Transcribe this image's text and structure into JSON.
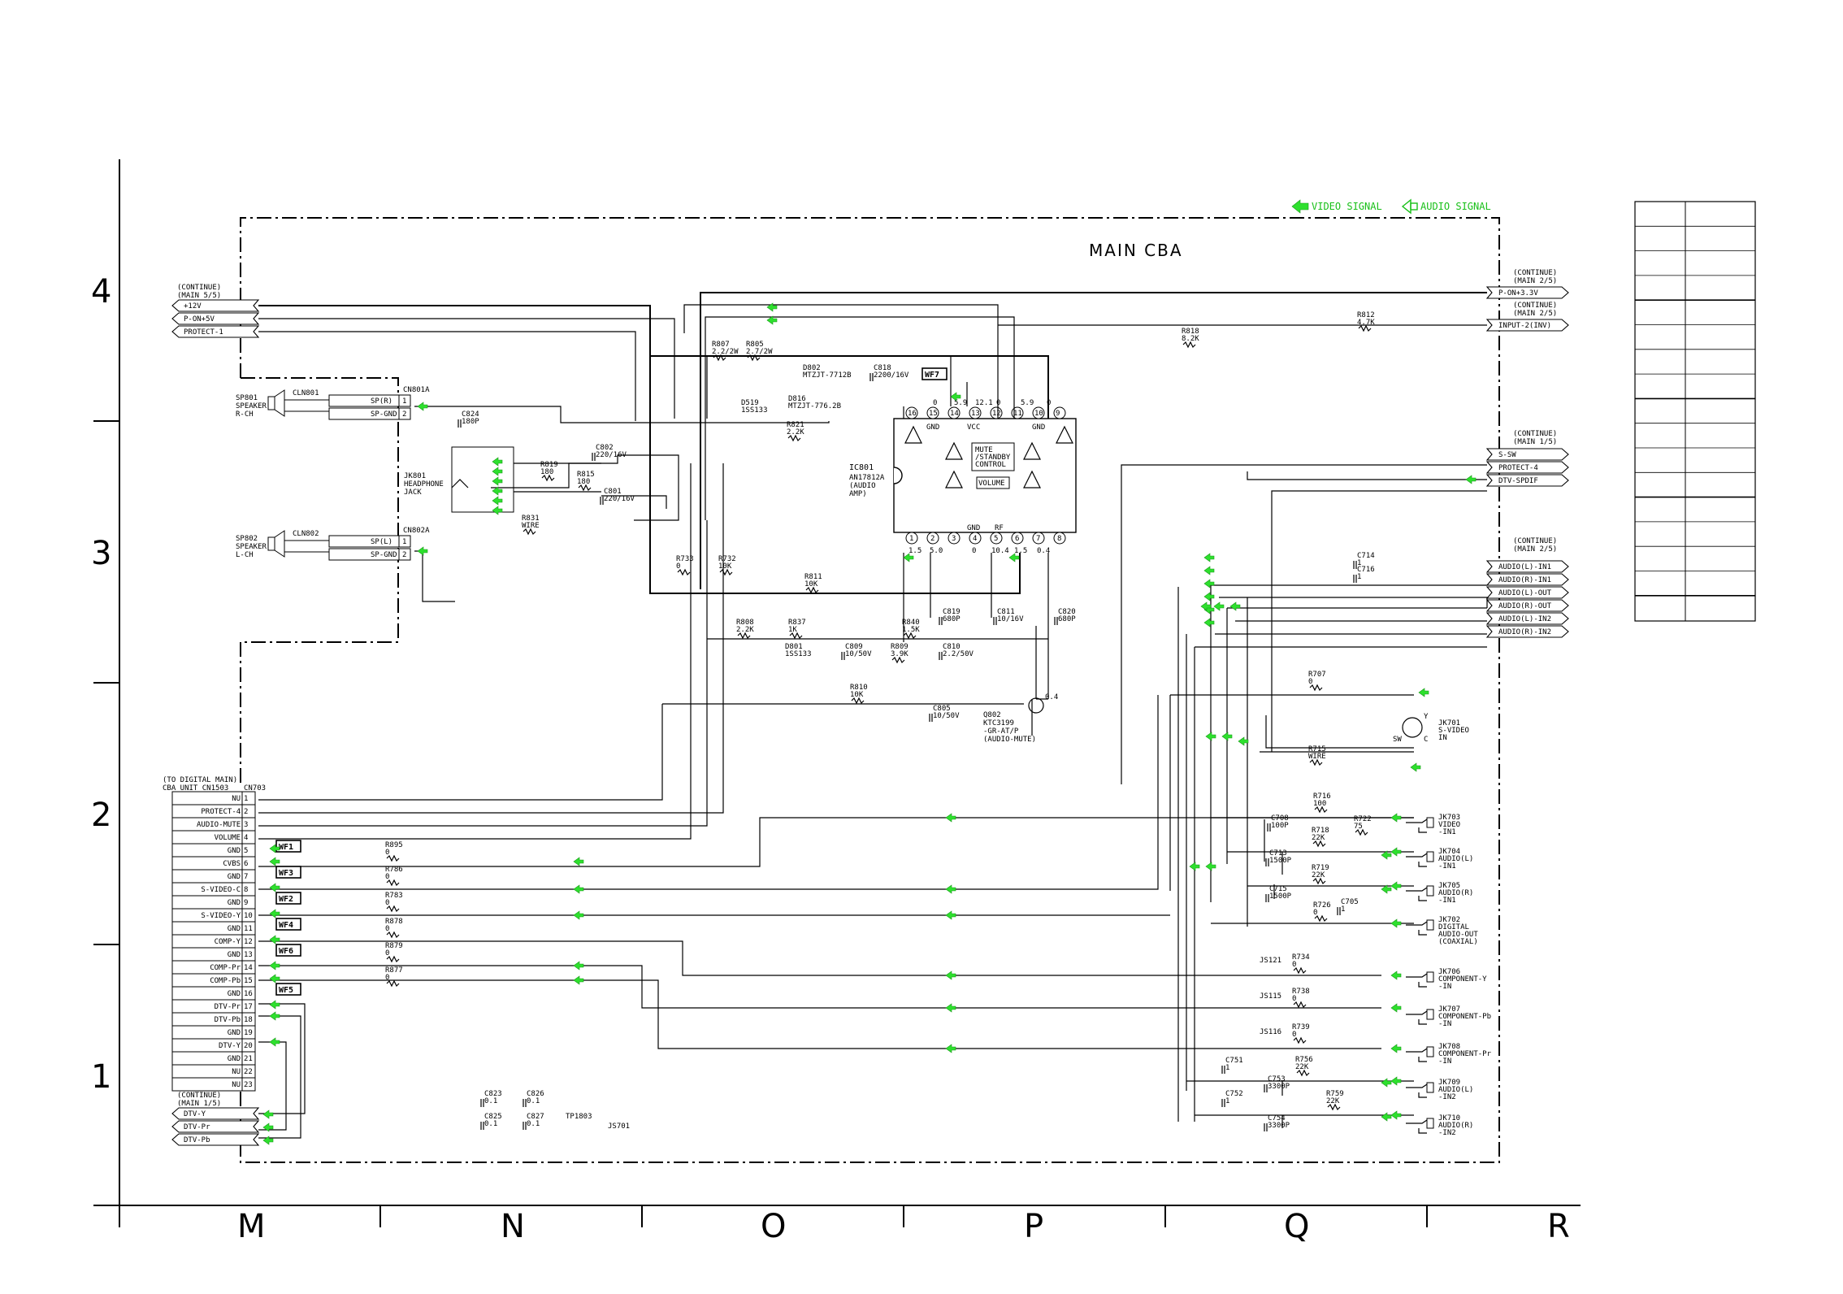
{
  "board_title": "MAIN CBA",
  "legend": {
    "video": "VIDEO SIGNAL",
    "audio": "AUDIO SIGNAL"
  },
  "grid": {
    "rows": [
      "4",
      "3",
      "2",
      "1"
    ],
    "columns": [
      "M",
      "N",
      "O",
      "P",
      "Q",
      "R"
    ]
  },
  "continue_main_5_5": {
    "note": "(CONTINUE)\n(MAIN 5/5)",
    "signals": [
      "+12V",
      "P-ON+5V",
      "PROTECT-1"
    ]
  },
  "continue_main_2_5_top": {
    "note": "(CONTINUE)\n(MAIN 2/5)",
    "signal": "P-ON+3.3V"
  },
  "continue_main_2_5_input": {
    "note": "(CONTINUE)\n(MAIN 2/5)",
    "signal": "INPUT-2(INV)"
  },
  "continue_main_1_5": {
    "note": "(CONTINUE)\n(MAIN 1/5)",
    "signals": [
      "S-SW",
      "PROTECT-4",
      "DTV-SPDIF"
    ]
  },
  "continue_main_2_5_audio": {
    "note": "(CONTINUE)\n(MAIN 2/5)",
    "signals": [
      "AUDIO(L)-IN1",
      "AUDIO(R)-IN1",
      "AUDIO(L)-OUT",
      "AUDIO(R)-OUT",
      "AUDIO(L)-IN2",
      "AUDIO(R)-IN2"
    ]
  },
  "continue_main_1_5_dtv": {
    "note": "(CONTINUE)\n(MAIN 1/5)",
    "signals": [
      "DTV-Y",
      "DTV-Pr",
      "DTV-Pb"
    ]
  },
  "speakers": [
    {
      "ref": "SP801",
      "desc": "SPEAKER\nR-CH",
      "connector": "CLN801",
      "pins": [
        {
          "name": "SP(R)",
          "num": "1"
        },
        {
          "name": "SP-GND",
          "num": "2"
        }
      ],
      "cn": "CN801A"
    },
    {
      "ref": "SP802",
      "desc": "SPEAKER\nL-CH",
      "connector": "CLN802",
      "pins": [
        {
          "name": "SP(L)",
          "num": "1"
        },
        {
          "name": "SP-GND",
          "num": "2"
        }
      ],
      "cn": "CN802A"
    }
  ],
  "headphone": {
    "ref": "JK801",
    "desc": "HEADPHONE\nJACK"
  },
  "cn703": {
    "note": "(TO DIGITAL MAIN)\nCBA UNIT CN1503",
    "ref": "CN703",
    "pins": [
      {
        "name": "NU",
        "num": "1"
      },
      {
        "name": "PROTECT-4",
        "num": "2"
      },
      {
        "name": "AUDIO-MUTE",
        "num": "3"
      },
      {
        "name": "VOLUME",
        "num": "4"
      },
      {
        "name": "GND",
        "num": "5"
      },
      {
        "name": "CVBS",
        "num": "6"
      },
      {
        "name": "GND",
        "num": "7"
      },
      {
        "name": "S-VIDEO-C",
        "num": "8"
      },
      {
        "name": "GND",
        "num": "9"
      },
      {
        "name": "S-VIDEO-Y",
        "num": "10"
      },
      {
        "name": "GND",
        "num": "11"
      },
      {
        "name": "COMP-Y",
        "num": "12"
      },
      {
        "name": "GND",
        "num": "13"
      },
      {
        "name": "COMP-Pr",
        "num": "14"
      },
      {
        "name": "COMP-Pb",
        "num": "15"
      },
      {
        "name": "GND",
        "num": "16"
      },
      {
        "name": "DTV-Pr",
        "num": "17"
      },
      {
        "name": "DTV-Pb",
        "num": "18"
      },
      {
        "name": "GND",
        "num": "19"
      },
      {
        "name": "DTV-Y",
        "num": "20"
      },
      {
        "name": "GND",
        "num": "21"
      },
      {
        "name": "NU",
        "num": "22"
      },
      {
        "name": "NU",
        "num": "23"
      }
    ]
  },
  "waveforms": [
    "WF1",
    "WF3",
    "WF2",
    "WF4",
    "WF6",
    "WF5",
    "WF7"
  ],
  "ic801": {
    "ref": "IC801",
    "part": "AN17812A",
    "desc": "(AUDIO\nAMP)",
    "top_pins": [
      "16",
      "15",
      "14",
      "13",
      "12",
      "11",
      "10",
      "9"
    ],
    "bottom_pins": [
      "1",
      "2",
      "3",
      "4",
      "5",
      "6",
      "7",
      "8"
    ],
    "top_voltages": [
      "0",
      "5.9",
      "12.1",
      "0",
      "5.9",
      "0"
    ],
    "bottom_voltages": [
      "1.5",
      "5.0",
      "0",
      "10.4",
      "1.5",
      "0.4"
    ],
    "labels": [
      "GND",
      "VCC",
      "GND",
      "MUTE\n/STANDBY\nCONTROL",
      "VOLUME",
      "GND",
      "RF"
    ]
  },
  "q802": {
    "ref": "Q802",
    "part": "KTC3199\n-GR-AT/P",
    "desc": "(AUDIO-MUTE)",
    "voltage": "0.4"
  },
  "components": [
    {
      "ref": "R807",
      "val": "2.2/2W"
    },
    {
      "ref": "R805",
      "val": "2.7/2W"
    },
    {
      "ref": "D802",
      "val": "MTZJT-7712B"
    },
    {
      "ref": "C818",
      "val": "2200/16V"
    },
    {
      "ref": "D816",
      "val": "MTZJT-776.2B"
    },
    {
      "ref": "D519",
      "val": "1SS133"
    },
    {
      "ref": "R821",
      "val": "2.2K"
    },
    {
      "ref": "C824",
      "val": "180P"
    },
    {
      "ref": "C802",
      "val": "220/16V"
    },
    {
      "ref": "R819",
      "val": "180"
    },
    {
      "ref": "R815",
      "val": "180"
    },
    {
      "ref": "C801",
      "val": "220/16V"
    },
    {
      "ref": "R831",
      "val": "WIRE"
    },
    {
      "ref": "R733",
      "val": "0"
    },
    {
      "ref": "R732",
      "val": "10K"
    },
    {
      "ref": "R811",
      "val": "10K"
    },
    {
      "ref": "C819",
      "val": "680P"
    },
    {
      "ref": "C811",
      "val": "10/16V"
    },
    {
      "ref": "C820",
      "val": "680P"
    },
    {
      "ref": "R808",
      "val": "2.2K"
    },
    {
      "ref": "R837",
      "val": "1K"
    },
    {
      "ref": "D801",
      "val": "1SS133"
    },
    {
      "ref": "C809",
      "val": "10/50V"
    },
    {
      "ref": "R809",
      "val": "3.9K"
    },
    {
      "ref": "R840",
      "val": "1.5K"
    },
    {
      "ref": "C810",
      "val": "2.2/50V"
    },
    {
      "ref": "R810",
      "val": "10K"
    },
    {
      "ref": "C805",
      "val": "10/50V"
    },
    {
      "ref": "R818",
      "val": "8.2K"
    },
    {
      "ref": "R812",
      "val": "4.7K"
    },
    {
      "ref": "C714",
      "val": "1"
    },
    {
      "ref": "C716",
      "val": "1"
    },
    {
      "ref": "R707",
      "val": "0"
    },
    {
      "ref": "R715",
      "val": "WIRE"
    },
    {
      "ref": "R716",
      "val": "100"
    },
    {
      "ref": "C708",
      "val": "100P"
    },
    {
      "ref": "R722",
      "val": "75"
    },
    {
      "ref": "R718",
      "val": "22K"
    },
    {
      "ref": "C713",
      "val": "1500P"
    },
    {
      "ref": "R719",
      "val": "22K"
    },
    {
      "ref": "C715",
      "val": "1500P"
    },
    {
      "ref": "R726",
      "val": "0"
    },
    {
      "ref": "C705",
      "val": "1"
    },
    {
      "ref": "R734",
      "val": "0"
    },
    {
      "ref": "R738",
      "val": "0"
    },
    {
      "ref": "R739",
      "val": "0"
    },
    {
      "ref": "C751",
      "val": "1"
    },
    {
      "ref": "R756",
      "val": "22K"
    },
    {
      "ref": "C753",
      "val": "3300P"
    },
    {
      "ref": "C752",
      "val": "1"
    },
    {
      "ref": "R759",
      "val": "22K"
    },
    {
      "ref": "C754",
      "val": "3300P"
    },
    {
      "ref": "R895",
      "val": "0"
    },
    {
      "ref": "R786",
      "val": "0"
    },
    {
      "ref": "R783",
      "val": "0"
    },
    {
      "ref": "R878",
      "val": "0"
    },
    {
      "ref": "R879",
      "val": "0"
    },
    {
      "ref": "R877",
      "val": "0"
    },
    {
      "ref": "C823",
      "val": "0.1"
    },
    {
      "ref": "C825",
      "val": "0.1"
    },
    {
      "ref": "C826",
      "val": "0.1"
    },
    {
      "ref": "C827",
      "val": "0.1"
    },
    {
      "ref": "TP1803",
      "val": ""
    },
    {
      "ref": "JS701",
      "val": ""
    },
    {
      "ref": "JS121",
      "val": ""
    },
    {
      "ref": "JS115",
      "val": ""
    },
    {
      "ref": "JS116",
      "val": ""
    }
  ],
  "jacks": [
    {
      "ref": "JK701",
      "desc": "S-VIDEO\nIN"
    },
    {
      "ref": "JK703",
      "desc": "VIDEO\n-IN1"
    },
    {
      "ref": "JK704",
      "desc": "AUDIO(L)\n-IN1"
    },
    {
      "ref": "JK705",
      "desc": "AUDIO(R)\n-IN1"
    },
    {
      "ref": "JK702",
      "desc": "DIGITAL\nAUDIO-OUT\n(COAXIAL)"
    },
    {
      "ref": "JK706",
      "desc": "COMPONENT-Y\n-IN"
    },
    {
      "ref": "JK707",
      "desc": "COMPONENT-Pb\n-IN"
    },
    {
      "ref": "JK708",
      "desc": "COMPONENT-Pr\n-IN"
    },
    {
      "ref": "JK709",
      "desc": "AUDIO(L)\n-IN2"
    },
    {
      "ref": "JK710",
      "desc": "AUDIO(R)\n-IN2"
    }
  ],
  "jk701_pins": [
    "Y",
    "C",
    "SW"
  ],
  "colors": {
    "signal_arrow": "#2ee02e",
    "ink": "#000000"
  }
}
